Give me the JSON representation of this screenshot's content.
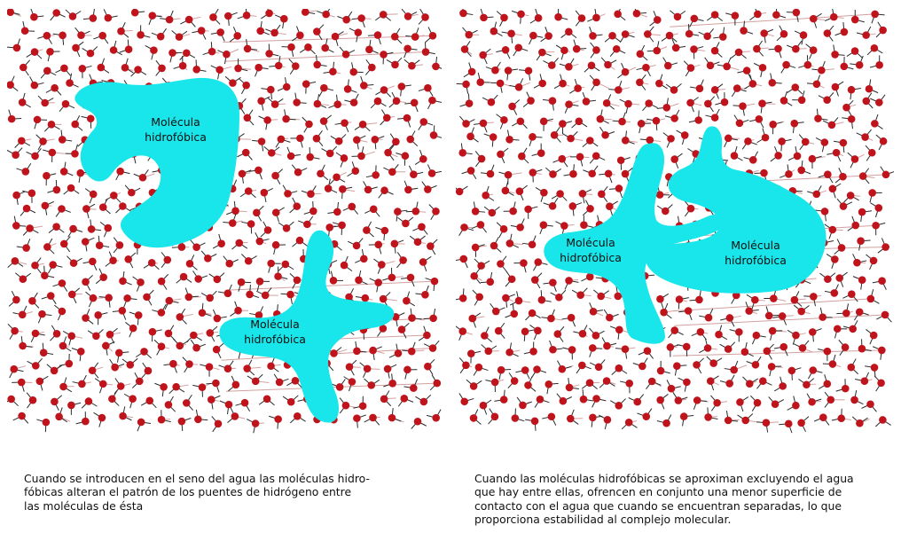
{
  "colors": {
    "oxygen": "#c0141c",
    "bond": "#2a2a2a",
    "hbond": "#d2a0a0",
    "hydrophobic": "#18e6ea",
    "background": "#ffffff"
  },
  "left_panel": {
    "molecules": [
      {
        "label_line1": "Molécula",
        "label_line2": "hidrofóbica"
      },
      {
        "label_line1": "Molécula",
        "label_line2": "hidrofóbica"
      }
    ],
    "caption_lines": [
      "Cuando se introducen en el seno del agua las moléculas hidro-",
      "fóbicas alteran el patrón de los puentes de hidrógeno entre",
      "las moléculas de ésta"
    ]
  },
  "right_panel": {
    "molecules": [
      {
        "label_line1": "Molécula",
        "label_line2": "hidrofóbica"
      },
      {
        "label_line1": "Molécula",
        "label_line2": "hidrofóbica"
      }
    ],
    "caption_lines": [
      "Cuando las moléculas hidrofóbicas se aproximan excluyendo el agua",
      "que hay entre ellas, ofrencen en conjunto una menor superficie de",
      "contacto con el agua que cuando se encuentran separadas, lo que",
      "proporciona estabilidad al complejo molecular."
    ]
  }
}
